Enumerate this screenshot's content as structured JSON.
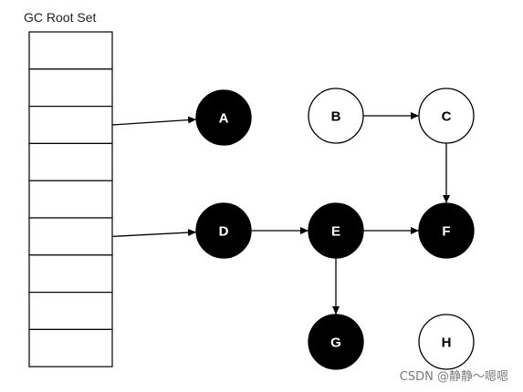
{
  "diagram": {
    "title": "GC Root Set",
    "watermark": "CSDN @静静～嗯嗯",
    "root_slot_count": 9,
    "colors": {
      "reachable_fill": "#000000",
      "reachable_text": "#ffffff",
      "unreachable_fill": "#ffffff",
      "unreachable_text": "#000000",
      "stroke": "#000000"
    },
    "nodes": [
      {
        "id": "A",
        "label": "A",
        "reachable": true
      },
      {
        "id": "B",
        "label": "B",
        "reachable": false
      },
      {
        "id": "C",
        "label": "C",
        "reachable": false
      },
      {
        "id": "D",
        "label": "D",
        "reachable": true
      },
      {
        "id": "E",
        "label": "E",
        "reachable": true
      },
      {
        "id": "F",
        "label": "F",
        "reachable": true
      },
      {
        "id": "G",
        "label": "G",
        "reachable": true
      },
      {
        "id": "H",
        "label": "H",
        "reachable": false
      }
    ],
    "edges": [
      {
        "from": "root-slot-3",
        "to": "A"
      },
      {
        "from": "root-slot-6",
        "to": "D"
      },
      {
        "from": "B",
        "to": "C"
      },
      {
        "from": "C",
        "to": "F"
      },
      {
        "from": "D",
        "to": "E"
      },
      {
        "from": "E",
        "to": "F"
      },
      {
        "from": "E",
        "to": "G"
      }
    ]
  }
}
